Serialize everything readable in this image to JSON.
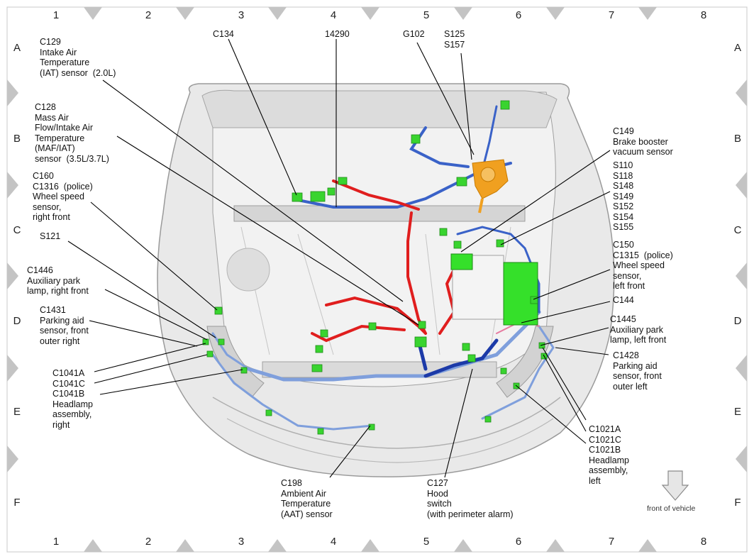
{
  "grid": {
    "columns": [
      "1",
      "2",
      "3",
      "4",
      "5",
      "6",
      "7",
      "8"
    ],
    "rows": [
      "A",
      "B",
      "C",
      "D",
      "E",
      "F"
    ]
  },
  "labels": {
    "c129": "C129\nIntake Air\nTemperature\n(IAT) sensor  (2.0L)",
    "c134": "C134",
    "n14290": "14290",
    "g102": "G102",
    "s125": "S125\nS157",
    "c128": "C128\nMass Air\nFlow/Intake Air\nTemperature\n(MAF/IAT)\nsensor  (3.5L/3.7L)",
    "c160": "C160\nC1316  (police)\nWheel speed\nsensor,\nright front",
    "s121": "S121",
    "c1446": "C1446\nAuxiliary park\nlamp, right front",
    "c1431": "C1431\nParking aid\nsensor, front\nouter right",
    "c1041": "C1041A\nC1041C\nC1041B\nHeadlamp\nassembly,\nright",
    "c149": "C149\nBrake booster\nvacuum sensor",
    "s110": "S110\nS118\nS148\nS149\nS152\nS154\nS155",
    "c150": "C150\nC1315  (police)\nWheel speed\nsensor,\nleft front",
    "c144": "C144",
    "c1445": "C1445\nAuxiliary park\nlamp, left front",
    "c1428": "C1428\nParking aid\nsensor, front\nouter left",
    "c1021": "C1021A\nC1021C\nC1021B\nHeadlamp\nassembly,\nleft",
    "c198": "C198\nAmbient Air\nTemperature\n(AAT) sensor",
    "c127": "C127\nHood\nswitch\n(with perimeter alarm)"
  },
  "front_of_vehicle": "front of vehicle",
  "colors": {
    "harness_blue": "#3a62c8",
    "harness_dark_blue": "#1c3aa8",
    "harness_red": "#e01e1e",
    "connector_green": "#39d42f",
    "brake_booster_orange": "#f0a020",
    "grid_marker": "#bdbdbd"
  }
}
